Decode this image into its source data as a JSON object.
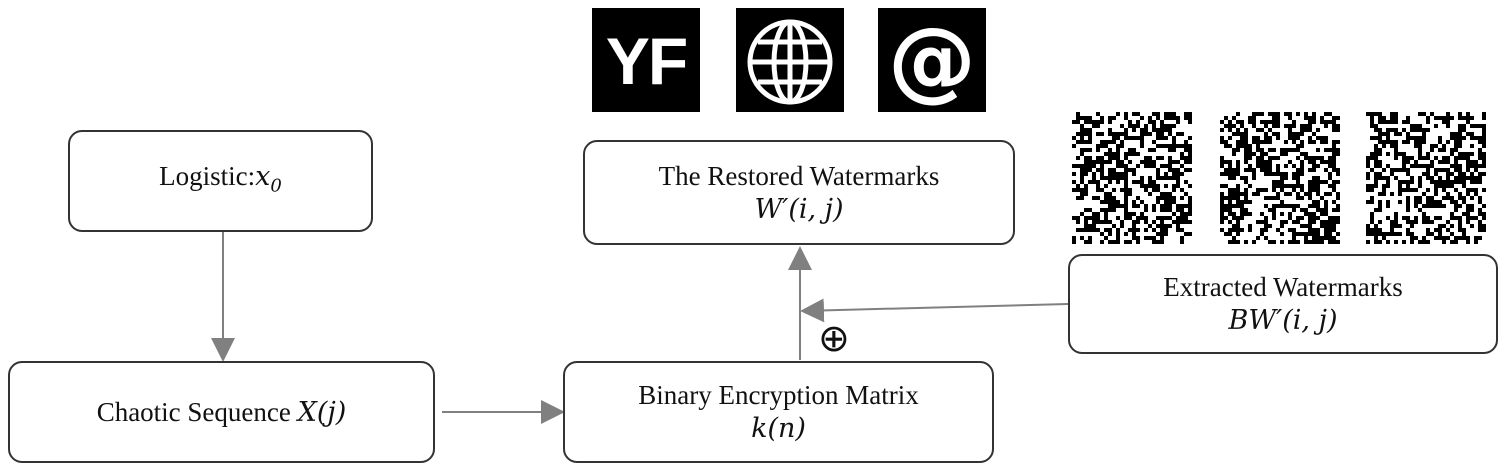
{
  "nodes": {
    "logistic": {
      "text": "Logistic:",
      "var": "x",
      "sub": "0"
    },
    "chaotic": {
      "text": "Chaotic Sequence ",
      "var": "X(j)"
    },
    "binary": {
      "line1": "Binary  Encryption Matrix",
      "line2": "k(n)"
    },
    "restored": {
      "line1": "The Restored Watermarks",
      "line2": "W′(i, j)"
    },
    "extracted": {
      "line1": "Extracted Watermarks",
      "line2": "BW′(i, j)"
    }
  },
  "xor_symbol": "⊕",
  "restored_images": [
    {
      "name": "yf-logo",
      "text": "YF"
    },
    {
      "name": "globe-logo",
      "icon": "globe-icon"
    },
    {
      "name": "at-logo",
      "text": "@"
    }
  ],
  "encrypted_images": [
    "scrambled-watermark-1",
    "scrambled-watermark-2",
    "scrambled-watermark-3"
  ],
  "colors": {
    "arrow": "#808080",
    "border": "#333333",
    "logo_bg": "#000000"
  }
}
